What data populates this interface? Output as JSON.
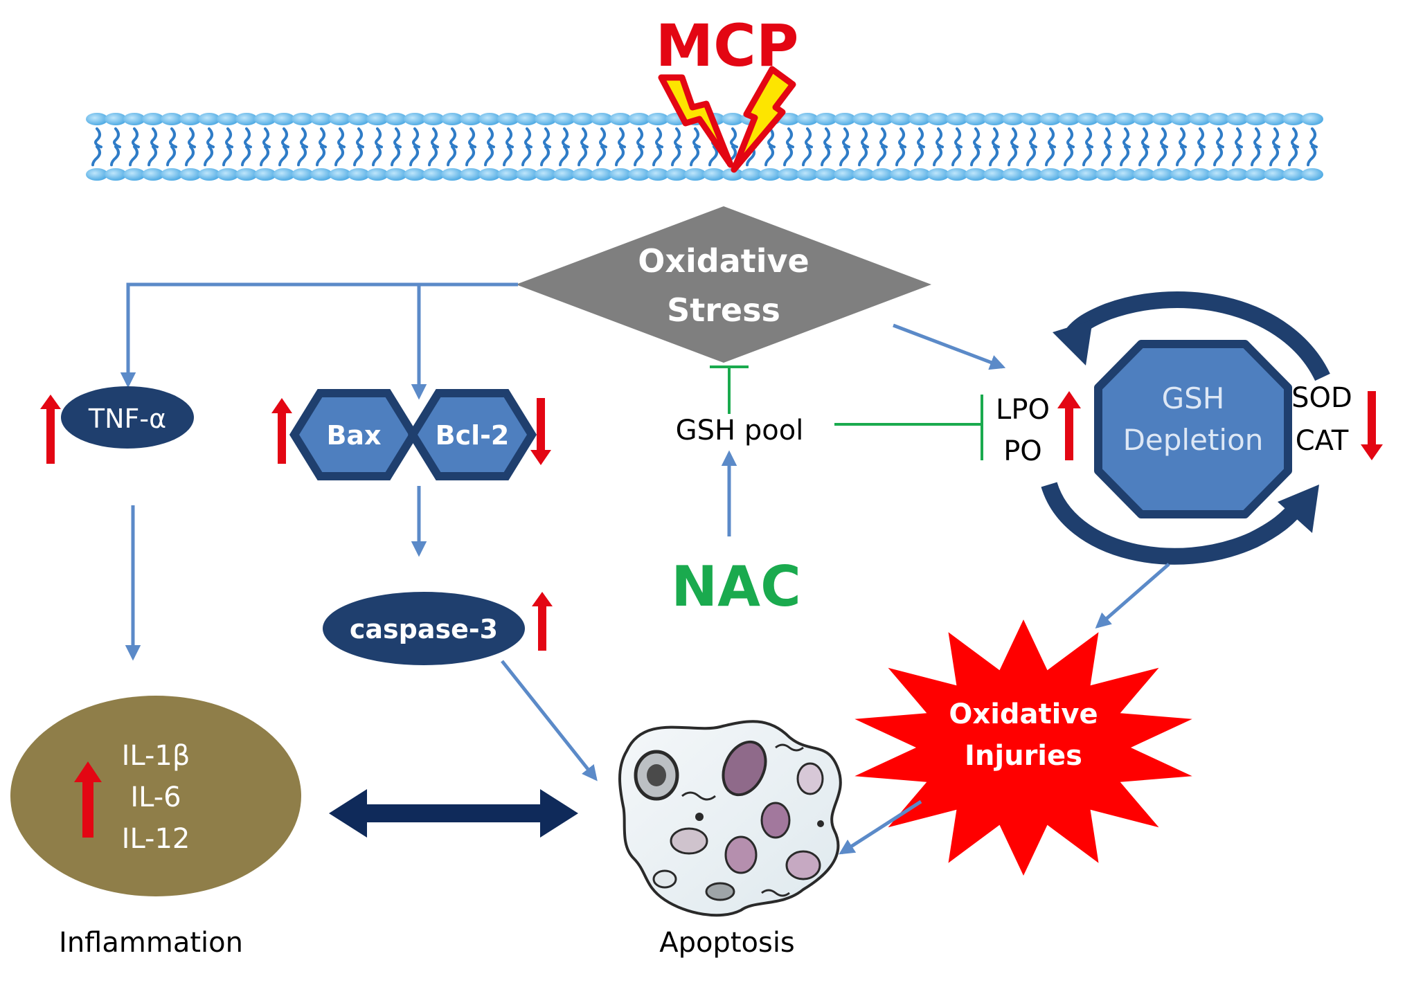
{
  "trigger_label": "MCP",
  "stress_label": [
    "Oxidative",
    "Stress"
  ],
  "tnf_label": "TNF-α",
  "bax_label": "Bax",
  "bcl2_label": "Bcl-2",
  "caspase_label": "caspase-3",
  "gsh_pool_label": "GSH pool",
  "nac_label": "NAC",
  "lpo_label": "LPO",
  "po_label": "PO",
  "sod_label": "SOD",
  "cat_label": "CAT",
  "gsh_depletion_label": [
    "GSH",
    "Depletion"
  ],
  "interleukin_labels": [
    "IL-1β",
    "IL-6",
    "IL-12"
  ],
  "injuries_label": [
    "Oxidative",
    "Injuries"
  ],
  "inflammation_label": "Inflammation",
  "apoptosis_label": "Apoptosis",
  "colors": {
    "membrane": "#58b4ea",
    "arrow": "#5b8ac8",
    "navy": "#1f3f6e",
    "hexagon": "#4e7fbf",
    "diamond": "#7f7f7f",
    "inhibition": "#1aaa4e",
    "up_down_arrows": "#e30613",
    "lightning": "#fde500",
    "ellipse_olive": "#8f7e49",
    "injury_star": "#ff0000"
  }
}
